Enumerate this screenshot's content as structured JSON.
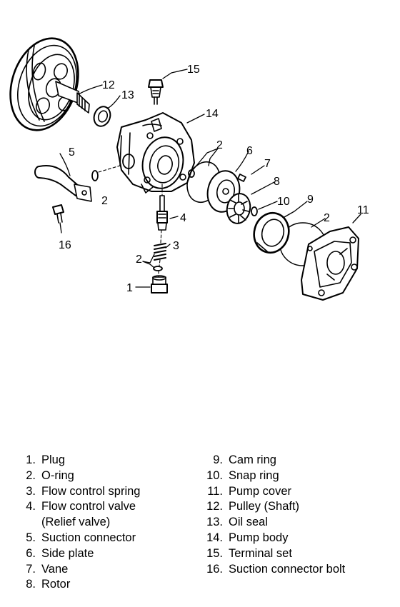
{
  "callouts": {
    "c1": "1",
    "c2a": "2",
    "c2b": "2",
    "c2c": "2",
    "c2d": "2",
    "c3": "3",
    "c4": "4",
    "c5": "5",
    "c6": "6",
    "c7": "7",
    "c8": "8",
    "c9": "9",
    "c10": "10",
    "c11": "11",
    "c12": "12",
    "c13": "13",
    "c14": "14",
    "c15": "15",
    "c16": "16"
  },
  "legend": {
    "left": [
      {
        "num": "1.",
        "text": "Plug"
      },
      {
        "num": "2.",
        "text": "O-ring"
      },
      {
        "num": "3.",
        "text": "Flow control spring"
      },
      {
        "num": "4.",
        "text": "Flow control valve",
        "cont": "(Relief valve)"
      },
      {
        "num": "5.",
        "text": "Suction connector"
      },
      {
        "num": "6.",
        "text": "Side plate"
      },
      {
        "num": "7.",
        "text": "Vane"
      },
      {
        "num": "8.",
        "text": "Rotor"
      }
    ],
    "right": [
      {
        "num": "9.",
        "text": "Cam ring"
      },
      {
        "num": "10.",
        "text": "Snap ring"
      },
      {
        "num": "11.",
        "text": "Pump cover"
      },
      {
        "num": "12.",
        "text": "Pulley (Shaft)"
      },
      {
        "num": "13.",
        "text": "Oil seal"
      },
      {
        "num": "14.",
        "text": "Pump body"
      },
      {
        "num": "15.",
        "text": "Terminal set"
      },
      {
        "num": "16.",
        "text": "Suction connector bolt"
      }
    ]
  }
}
